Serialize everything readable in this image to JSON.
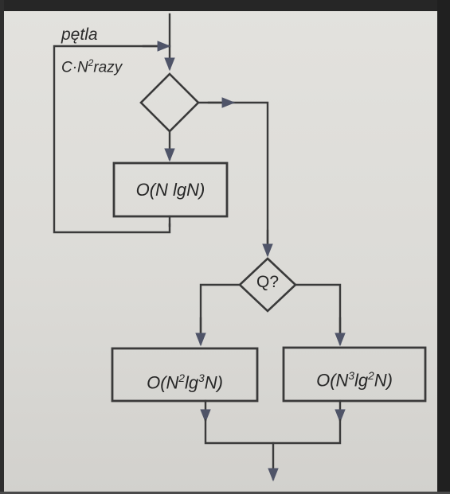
{
  "loop": {
    "title": "pętla",
    "count_prefix": "C·N",
    "count_exp": "2",
    "count_suffix": "razy"
  },
  "inner_box": {
    "label": "O(N lgN)"
  },
  "condition": {
    "label": "Q?"
  },
  "left_branch": {
    "prefix": "O(N",
    "exp1": "2",
    "mid": "lg",
    "exp2": "3",
    "suffix": "N)"
  },
  "right_branch": {
    "prefix": "O(N",
    "exp1": "3",
    "mid": "lg",
    "exp2": "2",
    "suffix": "N)"
  },
  "colors": {
    "line": "#3a3a3a",
    "arrow": "#555a70",
    "paper": "#dcdbd7"
  }
}
